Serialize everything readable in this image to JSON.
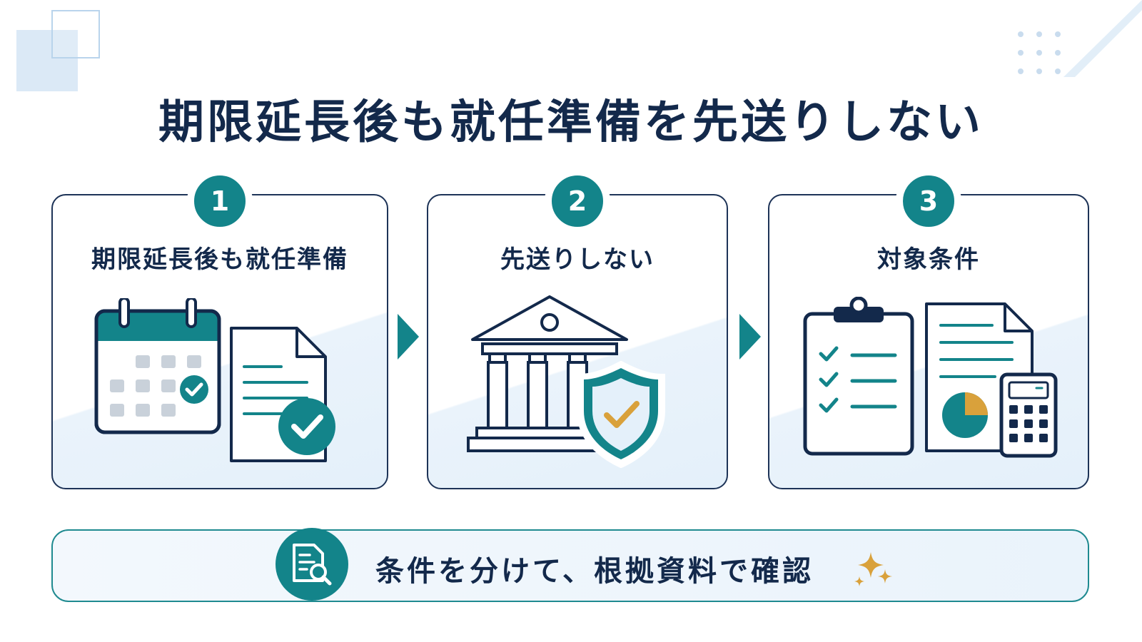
{
  "title": "期限延長後も就任準備を先送りしない",
  "steps": [
    {
      "number": "1",
      "label": "期限延長後も就任準備"
    },
    {
      "number": "2",
      "label": "先送りしない"
    },
    {
      "number": "3",
      "label": "対象条件"
    }
  ],
  "summary": {
    "text": "条件を分けて、根拠資料で確認"
  },
  "colors": {
    "navy": "#13294b",
    "teal": "#13848a",
    "gold": "#d9a13b",
    "light_blue": "#e4f0fa"
  },
  "icons": [
    "calendar-icon",
    "document-check-icon",
    "bank-building-icon",
    "shield-check-icon",
    "clipboard-checklist-icon",
    "report-document-icon",
    "pie-chart-icon",
    "calculator-icon",
    "document-search-icon",
    "sparkle-icon",
    "chevron-right-icon"
  ]
}
